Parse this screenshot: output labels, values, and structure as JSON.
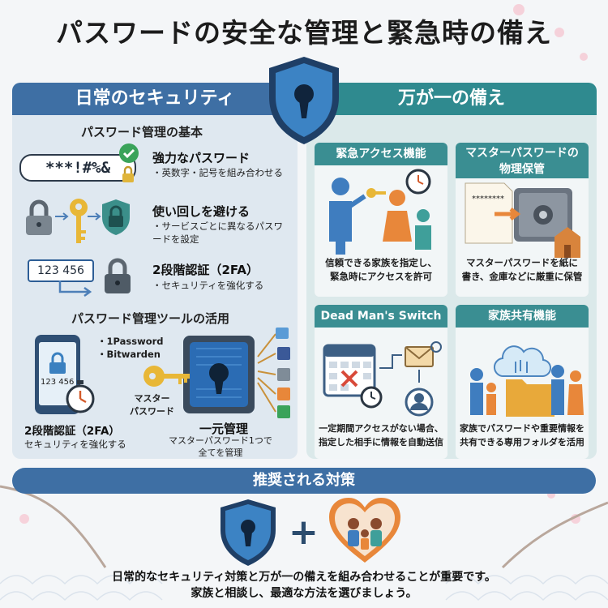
{
  "title": "パスワードの安全な管理と緊急時の備え",
  "left": {
    "header": "日常のセキュリティ",
    "basics_title": "パスワード管理の基本",
    "password_sample": "***!#%&",
    "items": [
      {
        "title": "強力なパスワード",
        "desc": "・英数字・記号を組み合わせる"
      },
      {
        "title": "使い回しを避ける",
        "desc": "・サービスごとに異なるパスワードを設定"
      },
      {
        "title": "2段階認証（2FA）",
        "desc": "・セキュリティを強化する"
      }
    ],
    "code_sample": "123 456",
    "tools_title": "パスワード管理ツールの活用",
    "tools": [
      "・1Password",
      "・Bitwarden"
    ],
    "phone_code": "123 456",
    "master_label": "マスター\nパスワード",
    "twofa_title": "2段階認証（2FA）",
    "twofa_desc": "セキュリティを強化する",
    "central_title": "一元管理",
    "central_desc": "マスターパスワード1つで\n全てを管理"
  },
  "right": {
    "header": "万が一の備え",
    "cards": [
      {
        "title": "緊急アクセス機能",
        "desc": "信頼できる家族を指定し、\n緊急時にアクセスを許可"
      },
      {
        "title": "マスターパスワードの\n物理保管",
        "desc": "マスターパスワードを紙に\n書き、金庫などに厳重に保管"
      },
      {
        "title": "Dead Man's Switch",
        "desc": "一定期間アクセスがない場合、\n指定した相手に情報を自動送信"
      },
      {
        "title": "家族共有機能",
        "desc": "家族でパスワードや重要情報を\n共有できる専用フォルダを活用"
      }
    ],
    "paper_stars": "********"
  },
  "recommended": {
    "header": "推奨される対策",
    "plus": "+",
    "conclusion_line1": "日常的なセキュリティ対策と万が一の備えを組み合わせることが重要です。",
    "conclusion_line2": "家族と相談し、最適な方法を選びましょう。"
  },
  "colors": {
    "left_header": "#3e6fa4",
    "right_header": "#2f8a8f",
    "shield": "#2f6fb0",
    "accent_orange": "#e8873a",
    "check_green": "#3aa35a"
  }
}
